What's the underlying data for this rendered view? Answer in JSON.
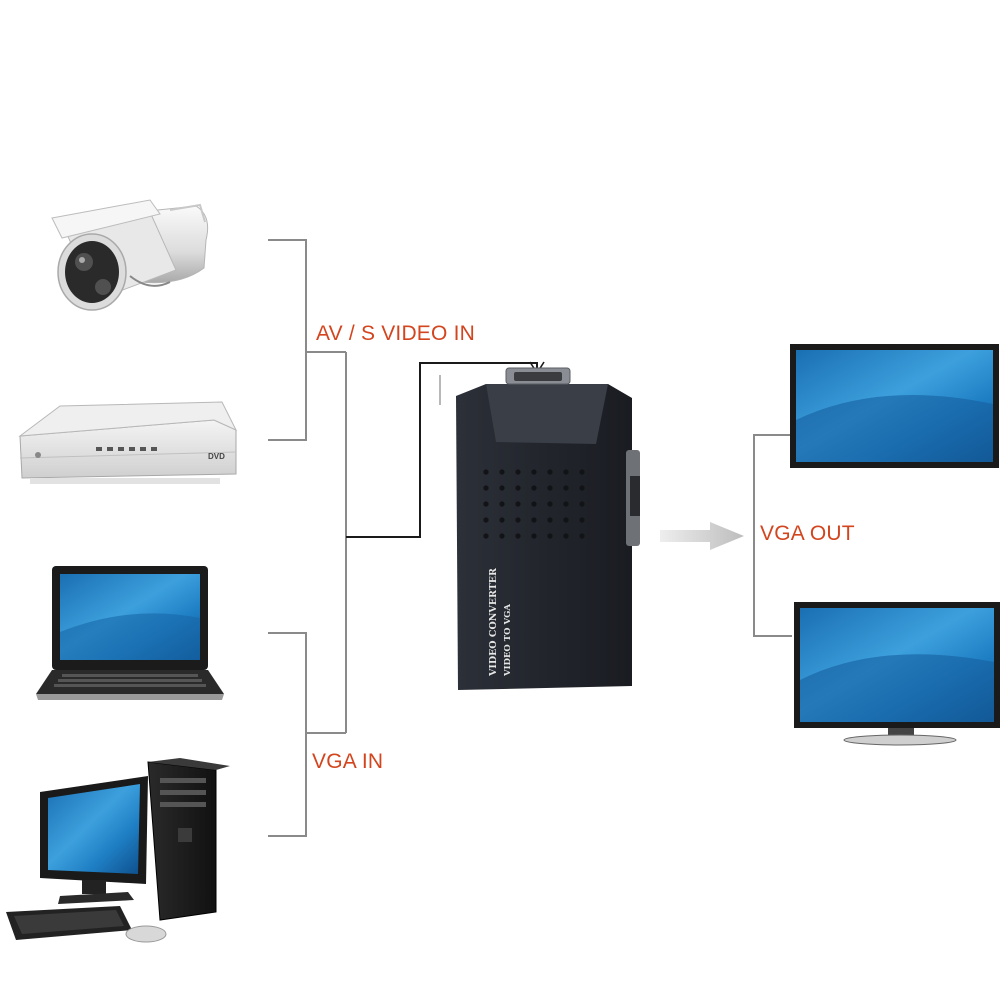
{
  "labels": {
    "av_s_video_in": "AV / S VIDEO IN",
    "vga_in": "VGA IN",
    "vga_out": "VGA OUT"
  },
  "converter_text": {
    "line1": "VIDEO CONVERTER",
    "line2": "VIDEO TO VGA"
  },
  "dvd_badge": "DVD",
  "colors": {
    "label_text": "#d2451e",
    "connector_line": "#8a8a8a",
    "cable": "#1a1a1a",
    "device_body": "#23262d",
    "screen_blue": "#1d7fc3",
    "arrow": "#c8c8c8"
  }
}
